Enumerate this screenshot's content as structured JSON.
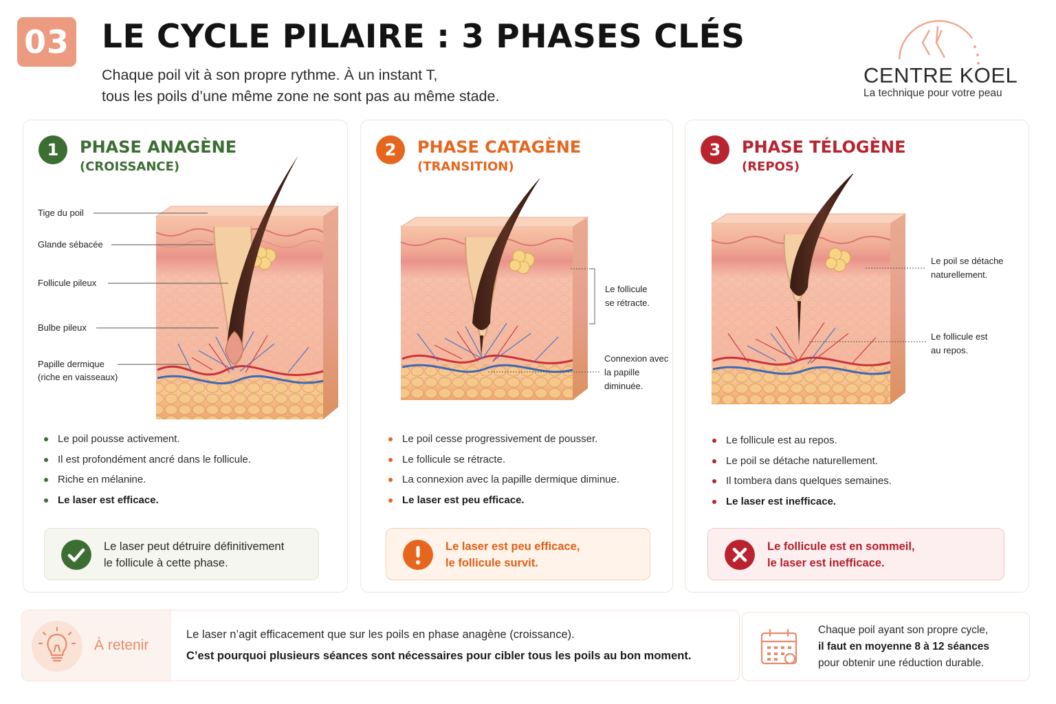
{
  "header": {
    "number": "03",
    "title": "LE CYCLE PILAIRE : 3 PHASES CLÉS",
    "subtitle_lines": [
      "Chaque poil vit à son propre rythme. À un instant T,",
      "tous les poils d’une même zone ne sont pas au même stade."
    ]
  },
  "logo": {
    "name": "CENTRE KOEL",
    "tagline": "La technique pour votre peau",
    "icon": "koel-logo-icon"
  },
  "colors": {
    "accent": "#ec9b80",
    "green": "#3c6e34",
    "orange": "#e6661d",
    "red": "#b8232f"
  },
  "phases": [
    {
      "number": "1",
      "title": "PHASE ANAGÈNE",
      "subtitle": "(CROISSANCE)",
      "color": "#3c6e34",
      "labels": [
        "Tige du poil",
        "Glande sébacée",
        "Follicule pileux",
        "Bulbe pileux",
        "Papille dermique",
        "(riche en vaisseaux)"
      ],
      "bullets": [
        "Le poil pousse activement.",
        "Il est profondément ancré dans le follicule.",
        "Riche en mélanine.",
        "Le laser est efficace."
      ],
      "callout": {
        "icon": "check-icon",
        "lines": [
          "Le laser peut détruire définitivement",
          "le follicule à cette phase."
        ]
      }
    },
    {
      "number": "2",
      "title": "PHASE CATAGÈNE",
      "subtitle": "(TRANSITION)",
      "color": "#e6661d",
      "labels": [
        "Le follicule",
        "se rétracte.",
        "Connexion avec",
        "la papille",
        "diminuée."
      ],
      "bullets": [
        "Le poil cesse progressivement de pousser.",
        "Le follicule se rétracte.",
        "La connexion avec la papille dermique diminue.",
        "Le laser est peu efficace."
      ],
      "callout": {
        "icon": "exclamation-icon",
        "lines": [
          "Le laser est peu efficace,",
          "le follicule survit."
        ]
      }
    },
    {
      "number": "3",
      "title": "PHASE TÉLOGÈNE",
      "subtitle": "(REPOS)",
      "color": "#b8232f",
      "labels": [
        "Le poil se détache",
        "naturellement.",
        "Le follicule est",
        "au repos."
      ],
      "bullets": [
        "Le follicule est au repos.",
        "Le poil se détache naturellement.",
        "Il tombera dans quelques semaines.",
        "Le laser est inefficace."
      ],
      "callout": {
        "icon": "cross-icon",
        "lines": [
          "Le follicule est en sommeil,",
          "le laser est inefficace."
        ]
      }
    }
  ],
  "bottom": {
    "tip_icon": "lightbulb-icon",
    "tip_label": "À retenir",
    "tip_lines": [
      "Le laser n’agit efficacement que sur les poils en phase anagène (croissance).",
      "C’est pourquoi plusieurs séances sont nécessaires pour cibler tous les poils au bon moment."
    ],
    "calendar_icon": "calendar-icon",
    "sessions_lines": [
      "Chaque poil ayant son propre cycle,",
      "il faut en moyenne 8 à 12 séances",
      "pour obtenir une réduction durable."
    ]
  }
}
